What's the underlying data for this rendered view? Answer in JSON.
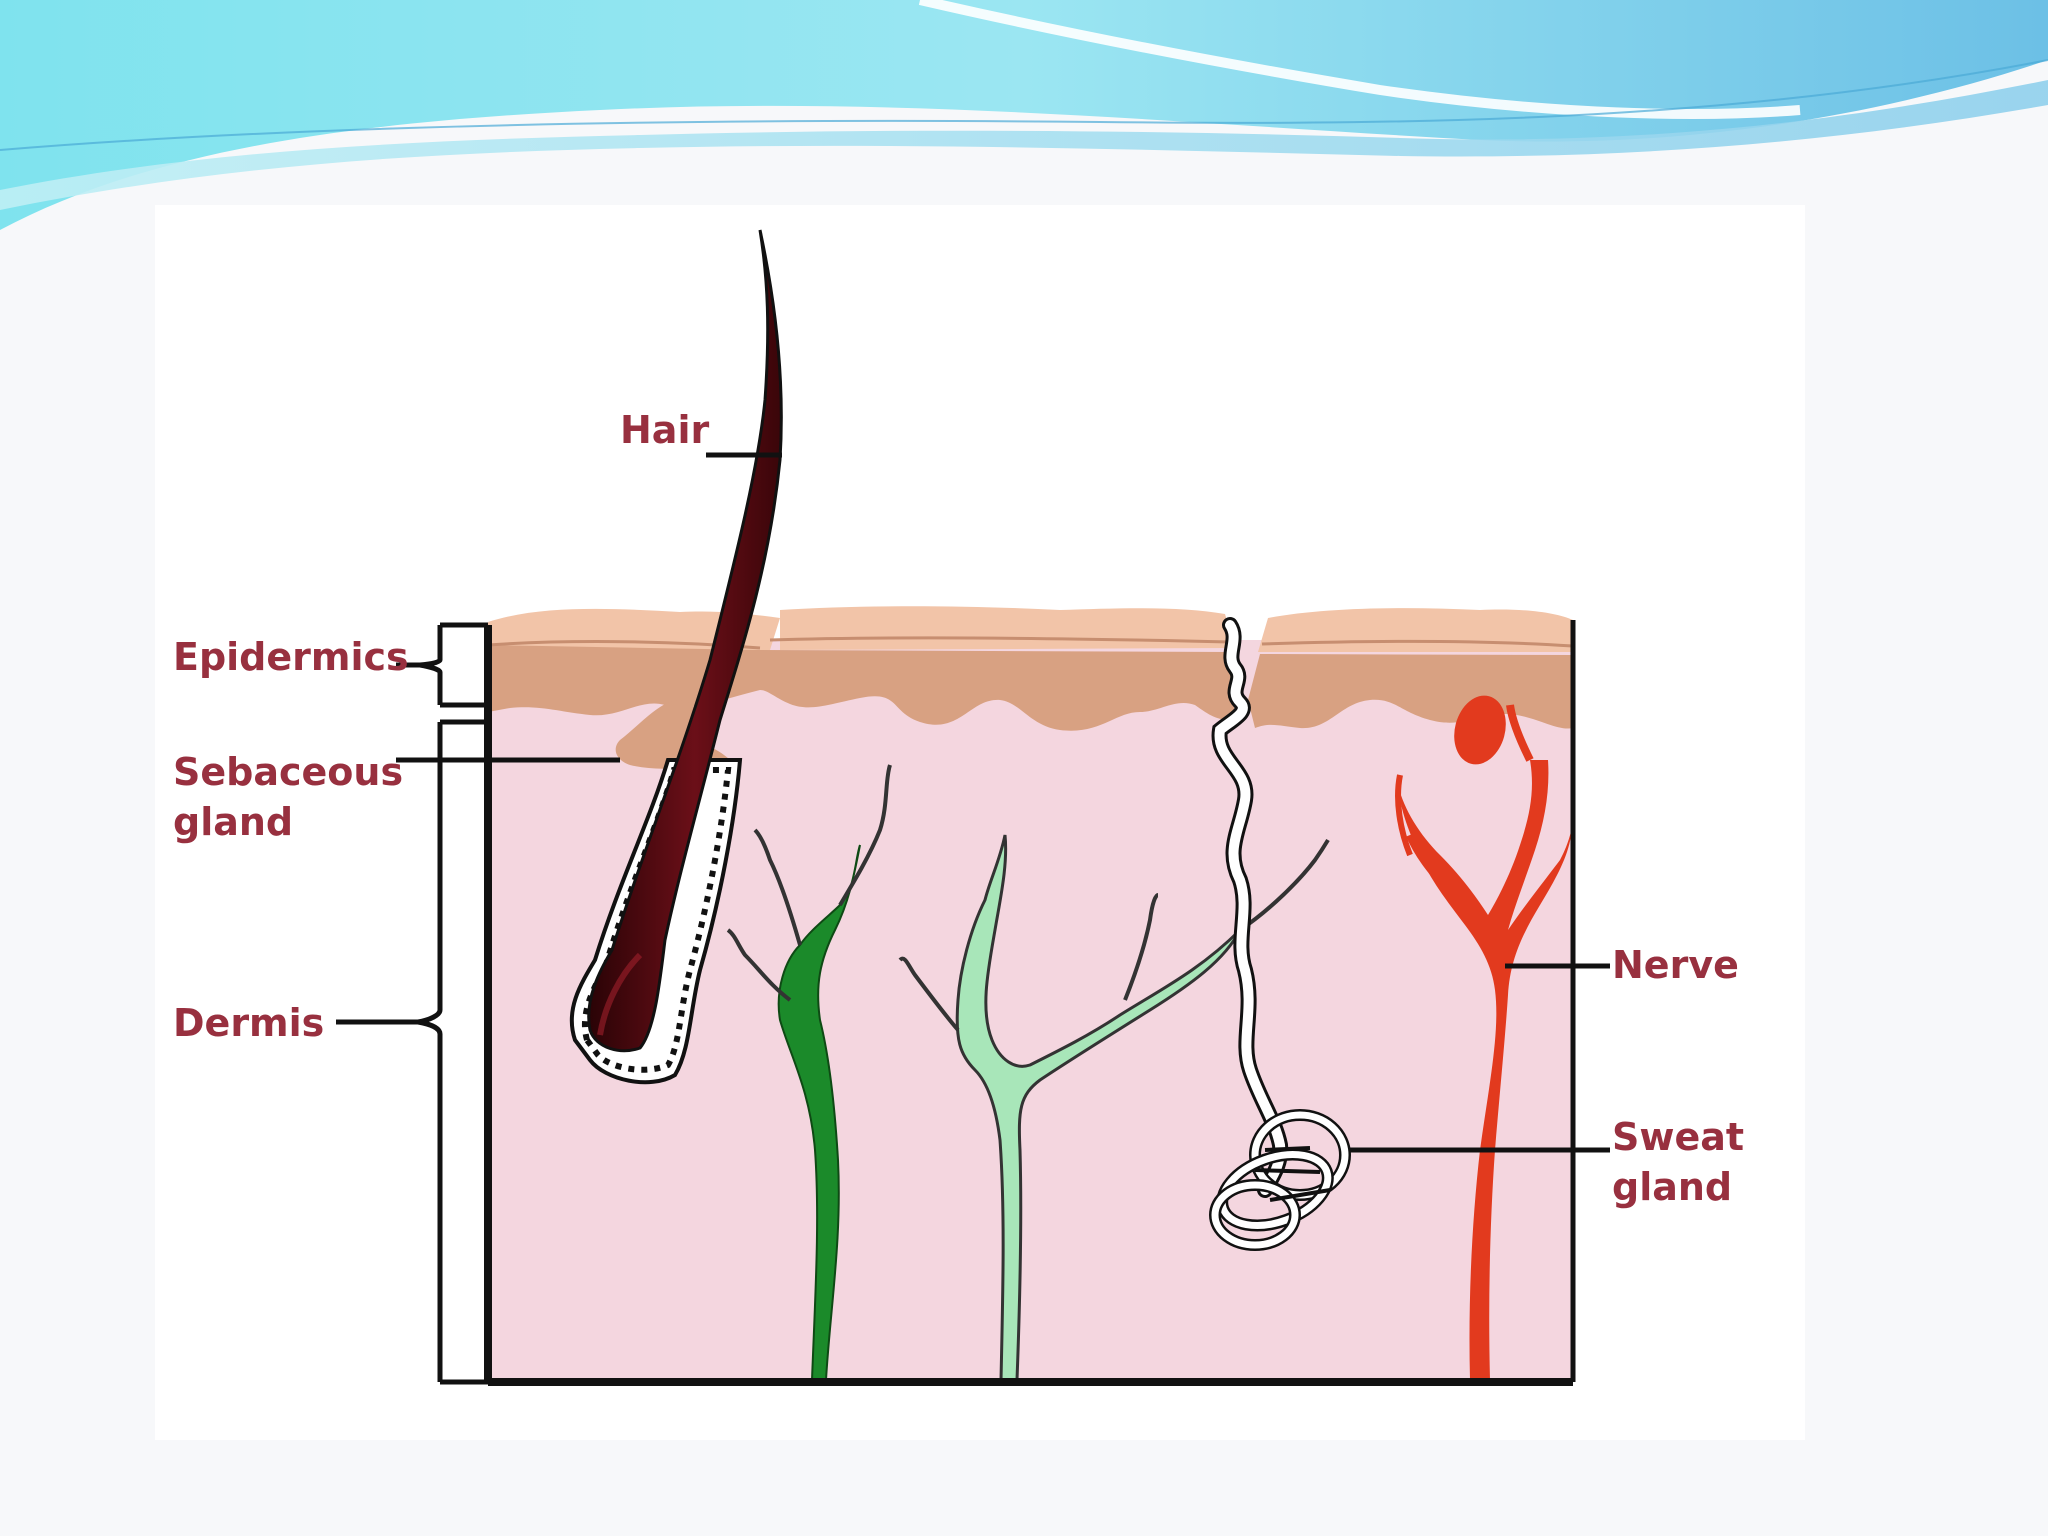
{
  "labels": {
    "hair": "Hair",
    "epidermics": "Epidermics",
    "sebaceous_line1": "Sebaceous",
    "sebaceous_line2": "gland",
    "dermis": "Dermis",
    "nerve": "Nerve",
    "sweat_line1": "Sweat",
    "sweat_line2": "gland"
  },
  "colors": {
    "slide_background": "#f7f8fa",
    "header_wave_cyan": "#8ee6ef",
    "header_wave_blue": "#7ec8e9",
    "panel_background": "#ffffff",
    "dermis_fill": "#f4d6df",
    "epidermis_top": "#f2c4a8",
    "epidermis_bottom": "#d8a182",
    "hair_shaft": "#5a0c12",
    "label_text": "#98303f",
    "nerve_red": "#e23a1e",
    "vessel_dark_green": "#1b8a2a",
    "vessel_light_green": "#a8e6b9",
    "outline": "#111111"
  }
}
